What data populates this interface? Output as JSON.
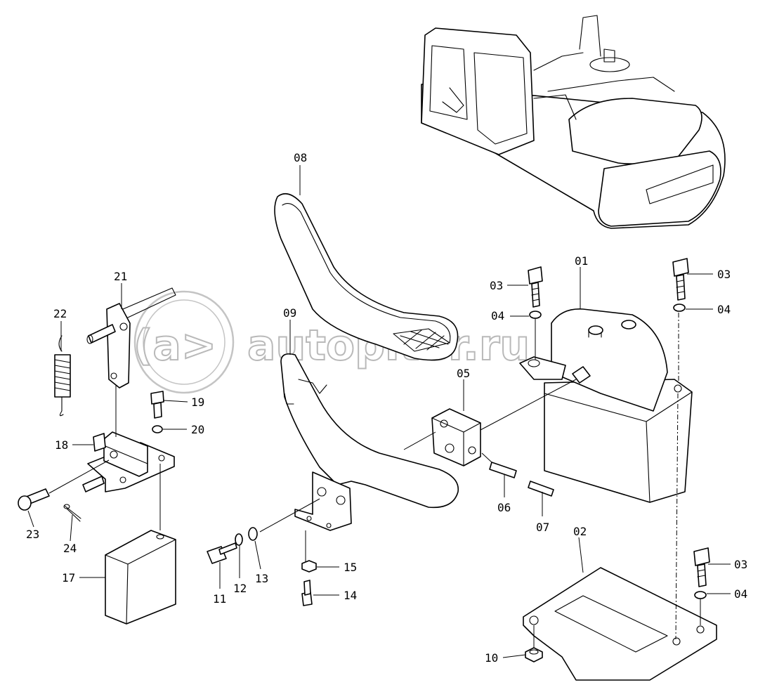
{
  "watermark": {
    "text": "autopiter.ru"
  },
  "callouts": [
    {
      "id": "01",
      "label": "01"
    },
    {
      "id": "02",
      "label": "02"
    },
    {
      "id": "03a",
      "label": "03"
    },
    {
      "id": "03b",
      "label": "03"
    },
    {
      "id": "03c",
      "label": "03"
    },
    {
      "id": "04a",
      "label": "04"
    },
    {
      "id": "04b",
      "label": "04"
    },
    {
      "id": "04c",
      "label": "04"
    },
    {
      "id": "05",
      "label": "05"
    },
    {
      "id": "06",
      "label": "06"
    },
    {
      "id": "07",
      "label": "07"
    },
    {
      "id": "08",
      "label": "08"
    },
    {
      "id": "09",
      "label": "09"
    },
    {
      "id": "10",
      "label": "10"
    },
    {
      "id": "11",
      "label": "11"
    },
    {
      "id": "12",
      "label": "12"
    },
    {
      "id": "13",
      "label": "13"
    },
    {
      "id": "14",
      "label": "14"
    },
    {
      "id": "15",
      "label": "15"
    },
    {
      "id": "17",
      "label": "17"
    },
    {
      "id": "18",
      "label": "18"
    },
    {
      "id": "19",
      "label": "19"
    },
    {
      "id": "20",
      "label": "20"
    },
    {
      "id": "21",
      "label": "21"
    },
    {
      "id": "22",
      "label": "22"
    },
    {
      "id": "23",
      "label": "23"
    },
    {
      "id": "24",
      "label": "24"
    }
  ]
}
